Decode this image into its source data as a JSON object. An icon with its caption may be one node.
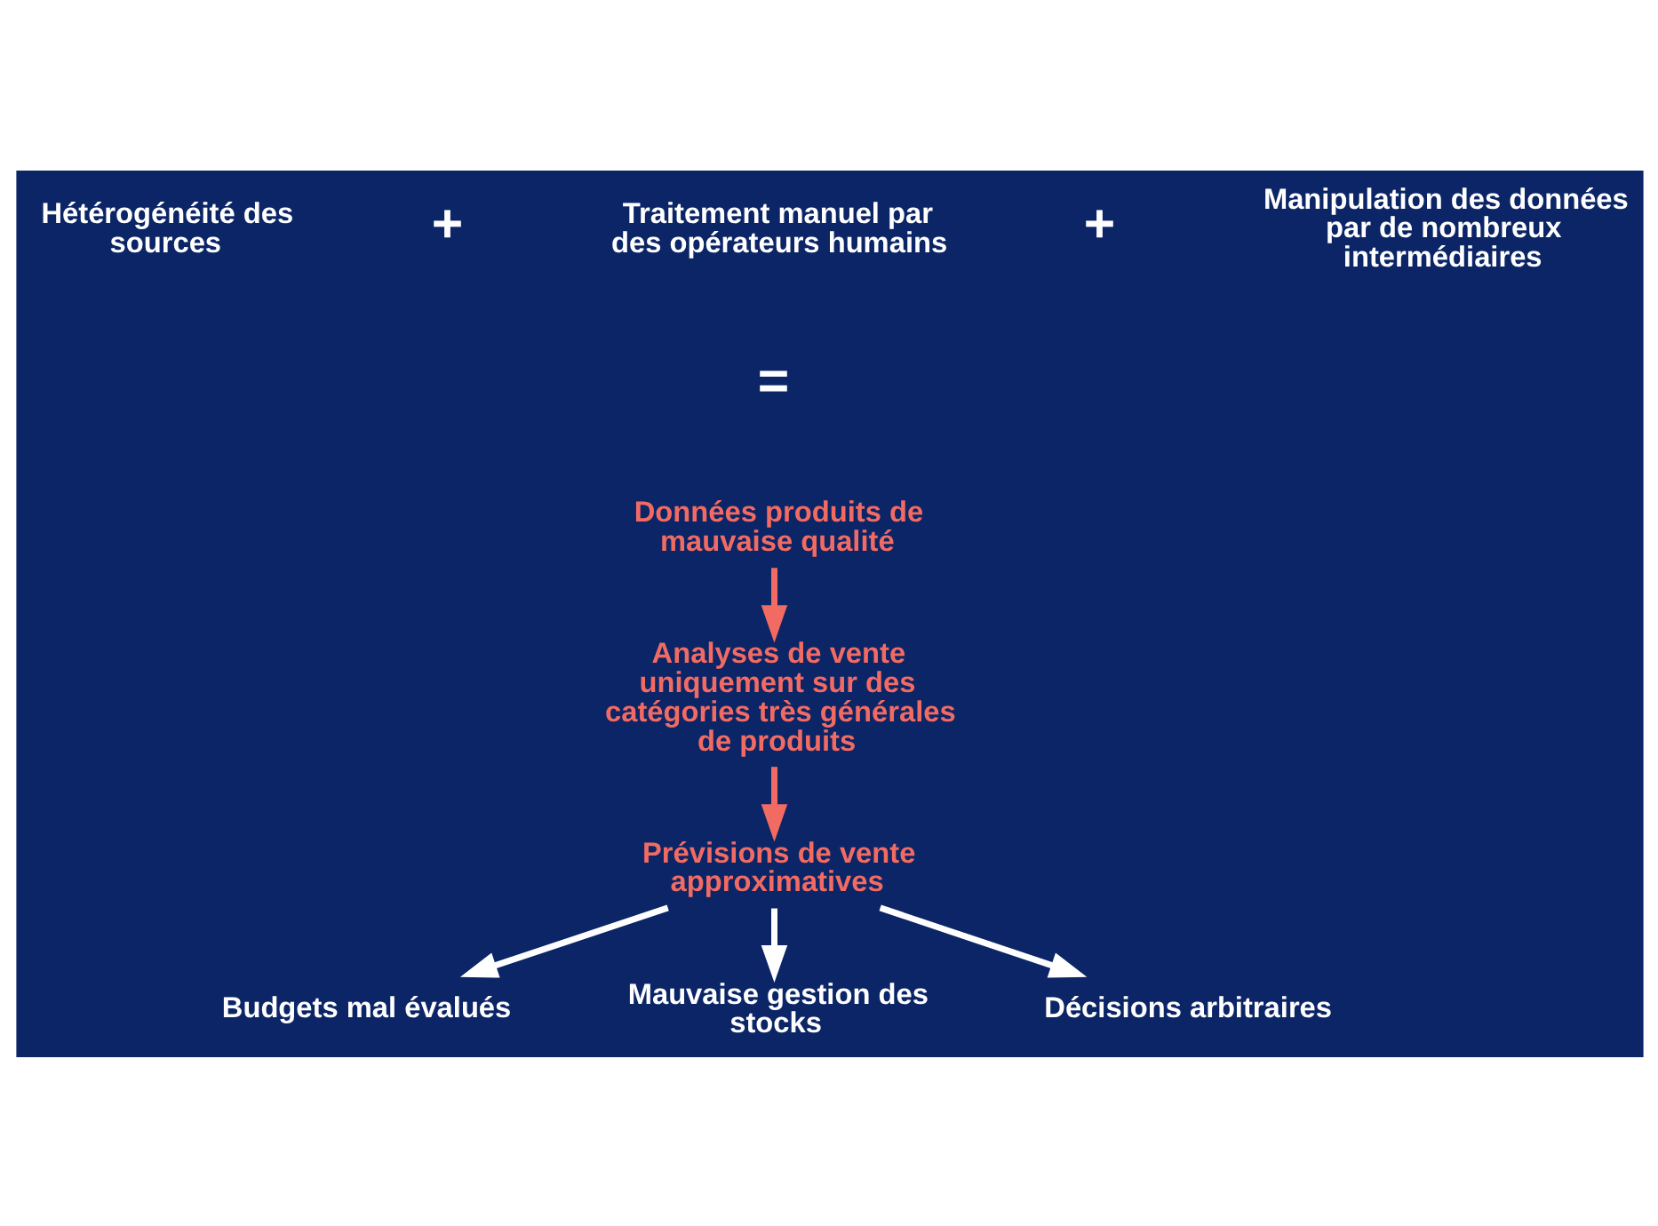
{
  "diagram": {
    "nodes": [
      {
        "text": [
          "Hétérogénéité des sources"
        ]
      },
      {
        "text": [
          "Traitement manuel par des opérateurs humains"
        ]
      },
      {
        "text": [
          "Manipulation des données par de nombreux intermédiaires"
        ]
      },
      {
        "text": [
          "Données produits de mauvaise qualité"
        ]
      },
      {
        "text": [
          "Analyses de vente uniquement sur des catégories très générales de produits"
        ]
      },
      {
        "text": [
          "Prévisions de vente approximatives"
        ]
      },
      {
        "text": [
          "Budgets mal évalués"
        ]
      },
      {
        "text": [
          "Mauvaise gestion des stocks"
        ]
      },
      {
        "text": [
          "Décisions arbitraires"
        ]
      }
    ],
    "edges": [
      {
        "from": 3,
        "to": 4,
        "arrow": "to",
        "color": "#f26b63"
      },
      {
        "from": 4,
        "to": 5,
        "arrow": "to",
        "color": "#f26b63"
      },
      {
        "from": 5,
        "to": 6,
        "arrow": "to"
      },
      {
        "from": 5,
        "to": 7,
        "arrow": "to"
      },
      {
        "from": 5,
        "to": 8,
        "arrow": "to"
      }
    ],
    "labels": [
      "+",
      "+",
      "="
    ]
  }
}
